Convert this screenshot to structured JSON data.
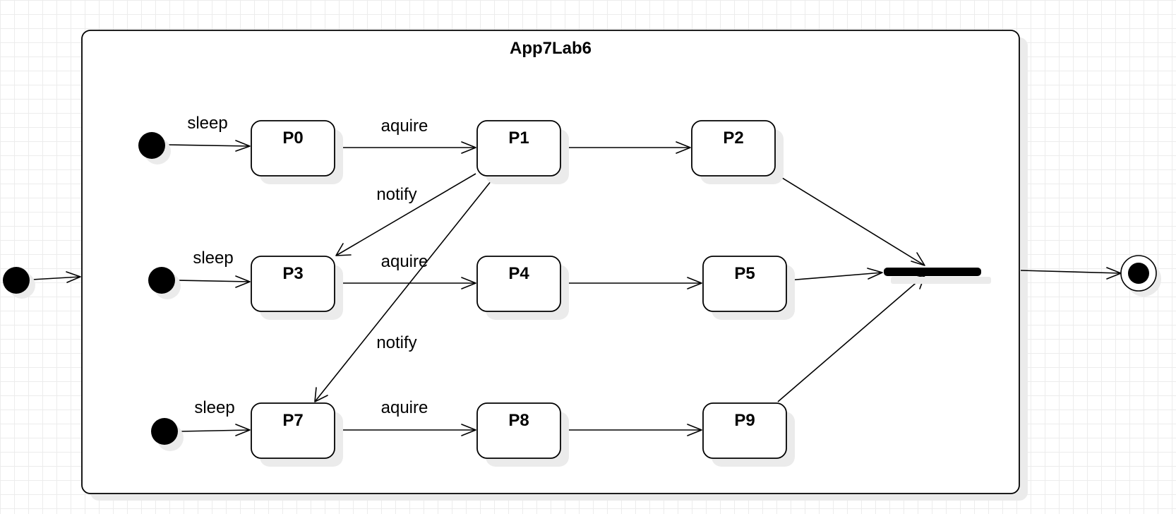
{
  "diagram": {
    "title": "App7Lab6",
    "states": [
      {
        "id": "p0",
        "label": "P0"
      },
      {
        "id": "p1",
        "label": "P1"
      },
      {
        "id": "p2",
        "label": "P2"
      },
      {
        "id": "p3",
        "label": "P3"
      },
      {
        "id": "p4",
        "label": "P4"
      },
      {
        "id": "p5",
        "label": "P5"
      },
      {
        "id": "p7",
        "label": "P7"
      },
      {
        "id": "p8",
        "label": "P8"
      },
      {
        "id": "p9",
        "label": "P9"
      }
    ],
    "pseudostates": [
      {
        "id": "outer-initial",
        "kind": "initial"
      },
      {
        "id": "initial-row-1",
        "kind": "initial"
      },
      {
        "id": "initial-row-2",
        "kind": "initial"
      },
      {
        "id": "initial-row-3",
        "kind": "initial"
      },
      {
        "id": "join-bar",
        "kind": "join"
      },
      {
        "id": "final-state",
        "kind": "final"
      }
    ],
    "transitions": [
      {
        "from": "outer-initial",
        "to": "composite",
        "label": ""
      },
      {
        "from": "initial-row-1",
        "to": "p0",
        "label": "sleep"
      },
      {
        "from": "p0",
        "to": "p1",
        "label": "aquire"
      },
      {
        "from": "p1",
        "to": "p2",
        "label": ""
      },
      {
        "from": "p1",
        "to": "p3",
        "label": "notify"
      },
      {
        "from": "initial-row-2",
        "to": "p3",
        "label": "sleep"
      },
      {
        "from": "p3",
        "to": "p4",
        "label": "aquire"
      },
      {
        "from": "p4",
        "to": "p5",
        "label": ""
      },
      {
        "from": "p1",
        "to": "p7",
        "label": "notify"
      },
      {
        "from": "initial-row-3",
        "to": "p7",
        "label": "sleep"
      },
      {
        "from": "p7",
        "to": "p8",
        "label": "aquire"
      },
      {
        "from": "p8",
        "to": "p9",
        "label": ""
      },
      {
        "from": "p2",
        "to": "join-bar",
        "label": ""
      },
      {
        "from": "p5",
        "to": "join-bar",
        "label": ""
      },
      {
        "from": "p9",
        "to": "join-bar",
        "label": ""
      },
      {
        "from": "composite",
        "to": "final-state",
        "label": ""
      }
    ],
    "colors": {
      "line": "#000000",
      "shadow": "#ebebeb",
      "grid": "#ececec",
      "background": "#ffffff"
    }
  }
}
